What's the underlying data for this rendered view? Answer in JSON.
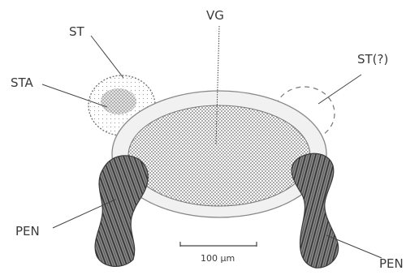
{
  "labels": {
    "vg": "VG",
    "st": "ST",
    "sta": "STA",
    "st_q": "ST(?)",
    "pen_left": "PEN",
    "pen_right": "PEN"
  },
  "scale_bar": {
    "label": "100 μm"
  },
  "colors": {
    "line": "#555555",
    "ganglion_ring": "#f1f1f1",
    "stipple": "#6f6f6f",
    "penis_dark": "#4a4a4a"
  }
}
